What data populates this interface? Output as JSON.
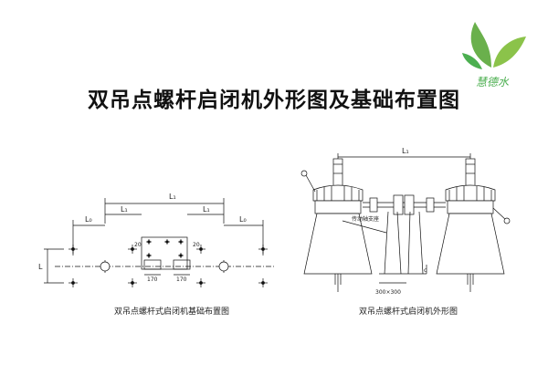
{
  "title": "双吊点螺杆启闭机外形图及基础布置图",
  "logo": {
    "text": "慧德水",
    "color": "#4caf50",
    "icon": "leaf-sprout-icon"
  },
  "foundation_plan": {
    "caption": "双吊点螺杆式启闭机基础布置图",
    "labels": {
      "L_total": "L₁",
      "L_left": "L₀",
      "L_inner_left": "L₁",
      "L_inner_right": "L₁",
      "L_right": "L₀",
      "L_vertical": "L",
      "dim_left": "170",
      "dim_right": "170",
      "dim_small_left": "20",
      "dim_small_right": "20"
    }
  },
  "exterior_view": {
    "caption": "双吊点螺杆式启闭机外形图",
    "labels": {
      "L_top": "L₁",
      "shaft_support": "传动轴支座",
      "base_size": "300×300",
      "c_mark": "c"
    }
  },
  "colors": {
    "line": "#111111",
    "background": "#ffffff"
  }
}
